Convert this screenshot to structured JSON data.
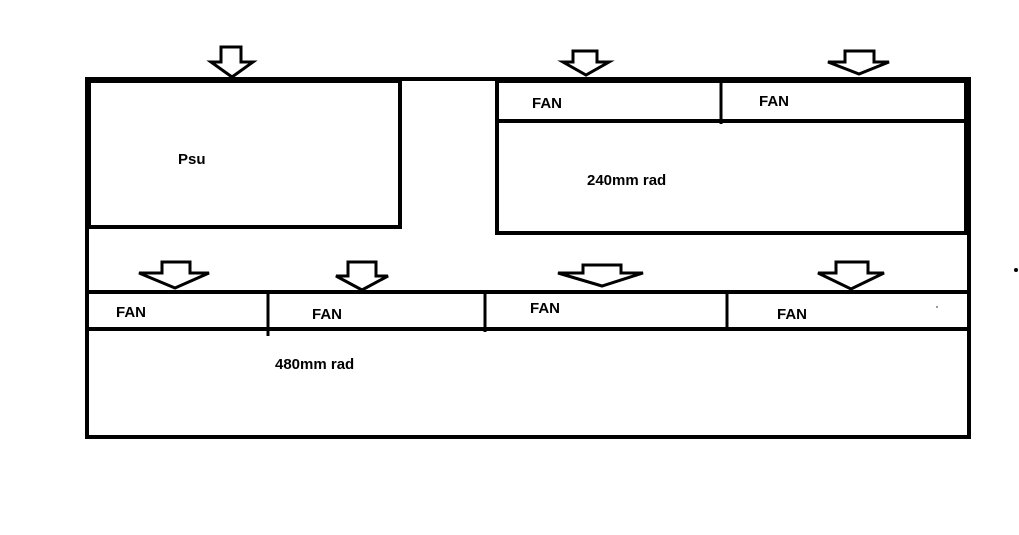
{
  "diagram": {
    "colors": {
      "background": "#ffffff",
      "stroke": "#000000"
    },
    "labels": {
      "psu": "Psu",
      "rad_top": "240mm rad",
      "rad_bottom": "480mm rad",
      "fan": "FAN"
    },
    "top_fans": [
      "FAN",
      "FAN"
    ],
    "bottom_fans": [
      "FAN",
      "FAN",
      "FAN",
      "FAN"
    ],
    "arrow_icon": "down-arrow-icon"
  }
}
